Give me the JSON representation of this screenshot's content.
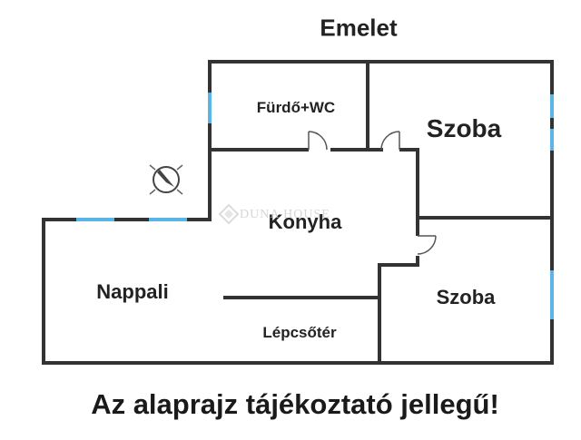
{
  "floor_title": "Emelet",
  "rooms": {
    "bathroom": "Fürdő+WC",
    "bedroom_top": "Szoba",
    "kitchen": "Konyha",
    "living_room": "Nappali",
    "bedroom_bottom": "Szoba",
    "stairwell": "Lépcsőtér"
  },
  "watermark": "DUNA HOUSE",
  "disclaimer": "Az alaprajz tájékoztató jellegű!",
  "colors": {
    "wall": "#333333",
    "window": "#5ab4e6",
    "door": "#555555",
    "compass": "#444444"
  }
}
